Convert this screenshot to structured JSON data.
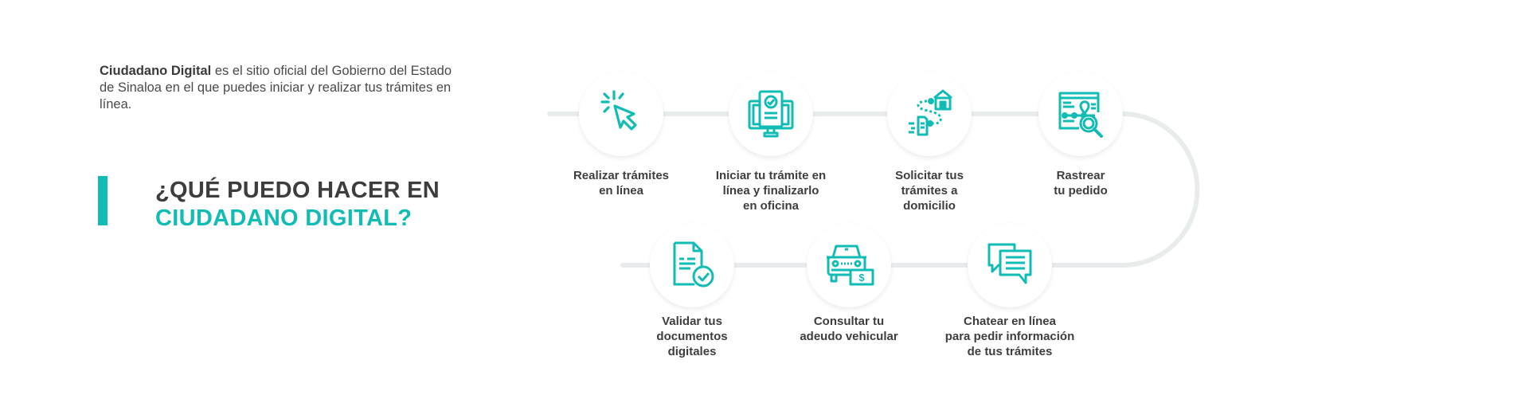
{
  "intro": {
    "brand": "Ciudadano Digital",
    "text": " es el sitio oficial del Gobierno del Estado de Sinaloa en el que puedes iniciar y realizar tus trámites en línea."
  },
  "heading": {
    "line1": "¿QUÉ PUEDO HACER EN",
    "line2": "CIUDADANO DIGITAL?"
  },
  "colors": {
    "accent": "#11bcb5",
    "text": "#3e3e3e",
    "track": "#e9ecec"
  },
  "steps": [
    {
      "icon": "cursor-click-icon",
      "label": [
        "Realizar trámites",
        "en línea"
      ]
    },
    {
      "icon": "monitor-document-check-icon",
      "label": [
        "Iniciar tu trámite en",
        "línea y finalizarlo",
        "en oficina"
      ]
    },
    {
      "icon": "home-delivery-route-icon",
      "label": [
        "Solicitar tus",
        "trámites a",
        "domicilio"
      ]
    },
    {
      "icon": "tracking-search-icon",
      "label": [
        "Rastrear",
        "tu pedido"
      ]
    },
    {
      "icon": "chat-bubbles-icon",
      "label": [
        "Chatear en línea",
        "para pedir información",
        "de tus trámites"
      ]
    },
    {
      "icon": "car-debt-icon",
      "label": [
        "Consultar tu",
        "adeudo vehicular"
      ]
    },
    {
      "icon": "document-validate-icon",
      "label": [
        "Validar tus",
        "documentos",
        "digitales"
      ]
    }
  ]
}
